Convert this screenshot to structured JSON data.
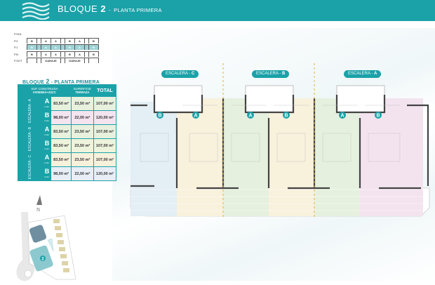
{
  "header": {
    "block": "BLOQUE",
    "block_number": "2",
    "separator": "-",
    "floor": "PLANTA PRIMERA"
  },
  "stack_diagram": {
    "rows": [
      {
        "label": "P.SOL",
        "cells": []
      },
      {
        "label": "P.2",
        "cells": [
          "B",
          "",
          "A",
          "A",
          "",
          "B",
          "A",
          "",
          "B"
        ]
      },
      {
        "label": "P.1",
        "cells": [
          "B",
          "",
          "A",
          "A",
          "",
          "B",
          "A",
          "",
          "B"
        ],
        "highlighted": true
      },
      {
        "label": "P.B",
        "cells": [
          "B",
          "",
          "A",
          "A",
          "",
          "B",
          "A",
          "",
          "B"
        ]
      },
      {
        "label": "P.SOT",
        "cells": [
          "",
          "",
          "GARAJE",
          "",
          "",
          "GARAJE",
          "",
          "",
          ""
        ]
      }
    ]
  },
  "table": {
    "title_prefix": "BLOQUE",
    "title_number": "2",
    "title_suffix": "- PLANTA PRIMERA",
    "headers": {
      "built_line1": "SUP. CONSTRUIDA",
      "built_line2": "VIVIENDA+Z2CC",
      "terrace_line1": "SUPERFICIE",
      "terrace_line2": "TERRAZA",
      "total": "TOTAL"
    },
    "groups": [
      {
        "stair": "ESCALERA - A",
        "rows": [
          {
            "type": "A",
            "beds": "2 dor.",
            "built": "83,50 m²",
            "terrace": "23,50 m²",
            "total": "107,00 m²",
            "color": "#e8f1de"
          },
          {
            "type": "B",
            "beds": "3 dor.",
            "built": "98,00 m²",
            "terrace": "22,00 m²",
            "total": "120,00 m²",
            "color": "#f4e4ef"
          }
        ]
      },
      {
        "stair": "ESCALERA - B",
        "rows": [
          {
            "type": "A",
            "beds": "2 dor.",
            "built": "83,50 m²",
            "terrace": "23,50 m²",
            "total": "107,00 m²",
            "color": "#e8f1de"
          },
          {
            "type": "B",
            "beds": "2 dor.",
            "built": "83,50 m²",
            "terrace": "23,50 m²",
            "total": "107,00 m²",
            "color": "#eef3dc"
          }
        ]
      },
      {
        "stair": "ESCALERA - C",
        "rows": [
          {
            "type": "A",
            "beds": "2 dor.",
            "built": "83,50 m²",
            "terrace": "23,50 m²",
            "total": "107,00 m²",
            "color": "#f7f1dc"
          },
          {
            "type": "B",
            "beds": "3 dor.",
            "built": "98,00 m²",
            "terrace": "22,00 m²",
            "total": "120,00 m²",
            "color": "#e7eef6"
          }
        ]
      }
    ]
  },
  "plan": {
    "stairs": [
      {
        "prefix": "ESCALERA -",
        "letter": "C"
      },
      {
        "prefix": "ESCALERA -",
        "letter": "B"
      },
      {
        "prefix": "ESCALERA -",
        "letter": "A"
      }
    ],
    "markers": [
      "B",
      "A",
      "A",
      "B",
      "A",
      "B"
    ]
  },
  "site_map": {
    "north": "N",
    "building": "2"
  },
  "colors": {
    "accent": "#1aa2a8",
    "unit_blue": "#e3eef5",
    "unit_yellow": "#f8f1dc",
    "unit_green": "#e6f0de",
    "unit_pink": "#f3e3ef"
  }
}
